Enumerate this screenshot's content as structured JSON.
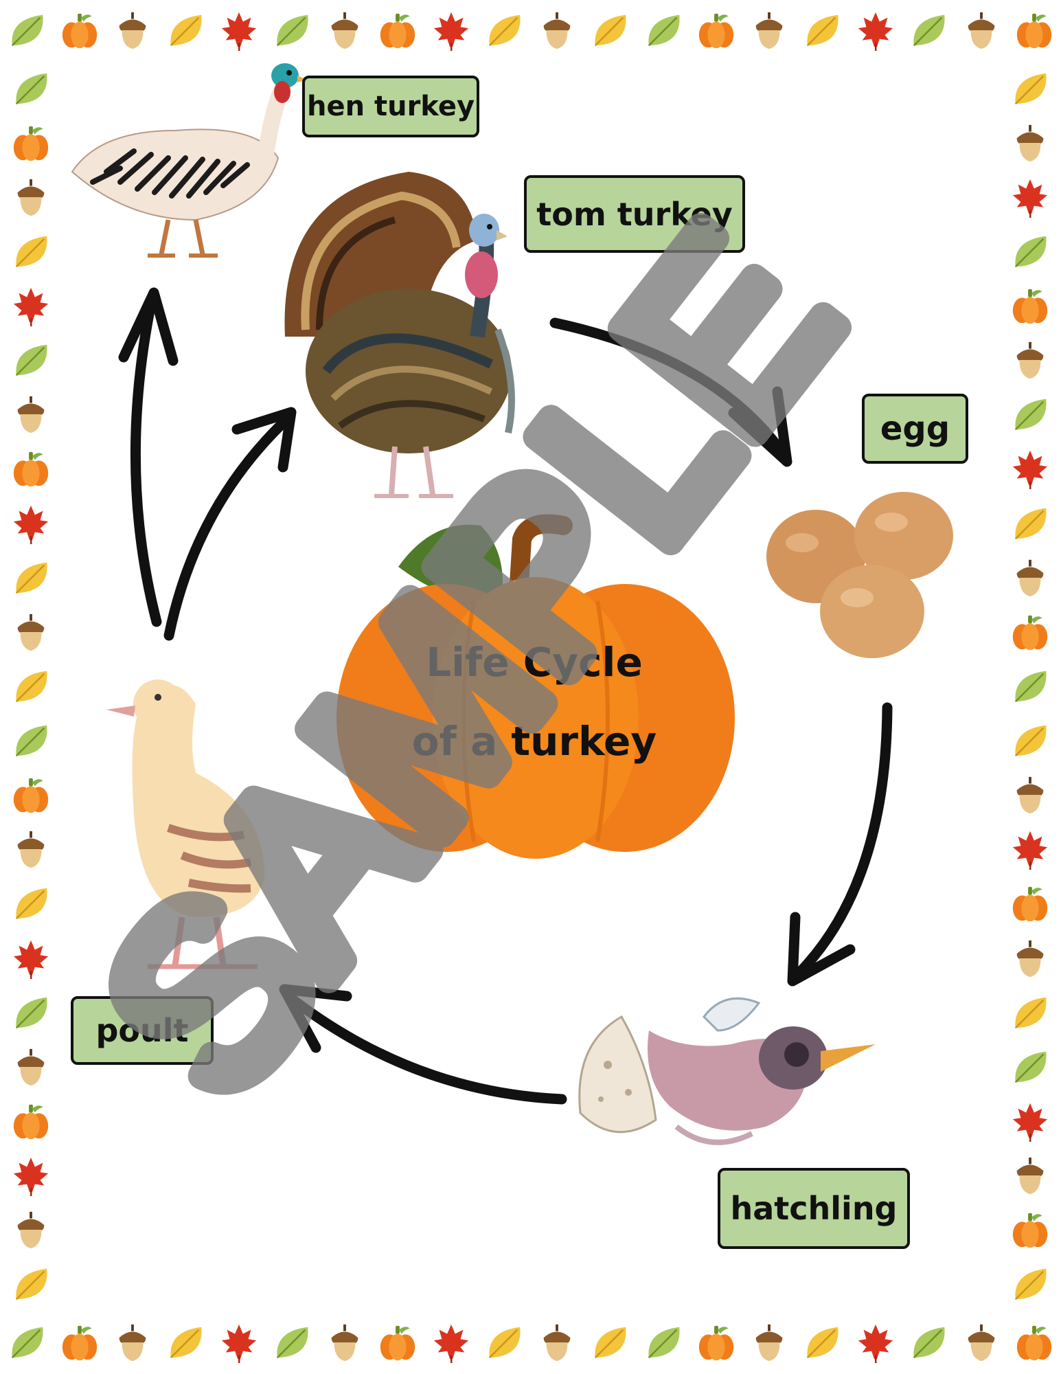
{
  "title": {
    "line1": "Life Cycle",
    "line2": "of a turkey"
  },
  "stages": {
    "hen_turkey": "hen turkey",
    "tom_turkey": "tom turkey",
    "egg": "egg",
    "hatchling": "hatchling",
    "poult": "poult"
  },
  "watermark": "SAMPLE",
  "colors": {
    "label_fill": "#b7d49a",
    "pumpkin": "#f5891c",
    "arrow": "#111111",
    "watermark": "#7a7a7a"
  },
  "border_icons": [
    "acorn-icon",
    "pumpkin-icon",
    "maple-leaf-icon",
    "yellow-leaf-icon",
    "green-leaf-icon"
  ]
}
